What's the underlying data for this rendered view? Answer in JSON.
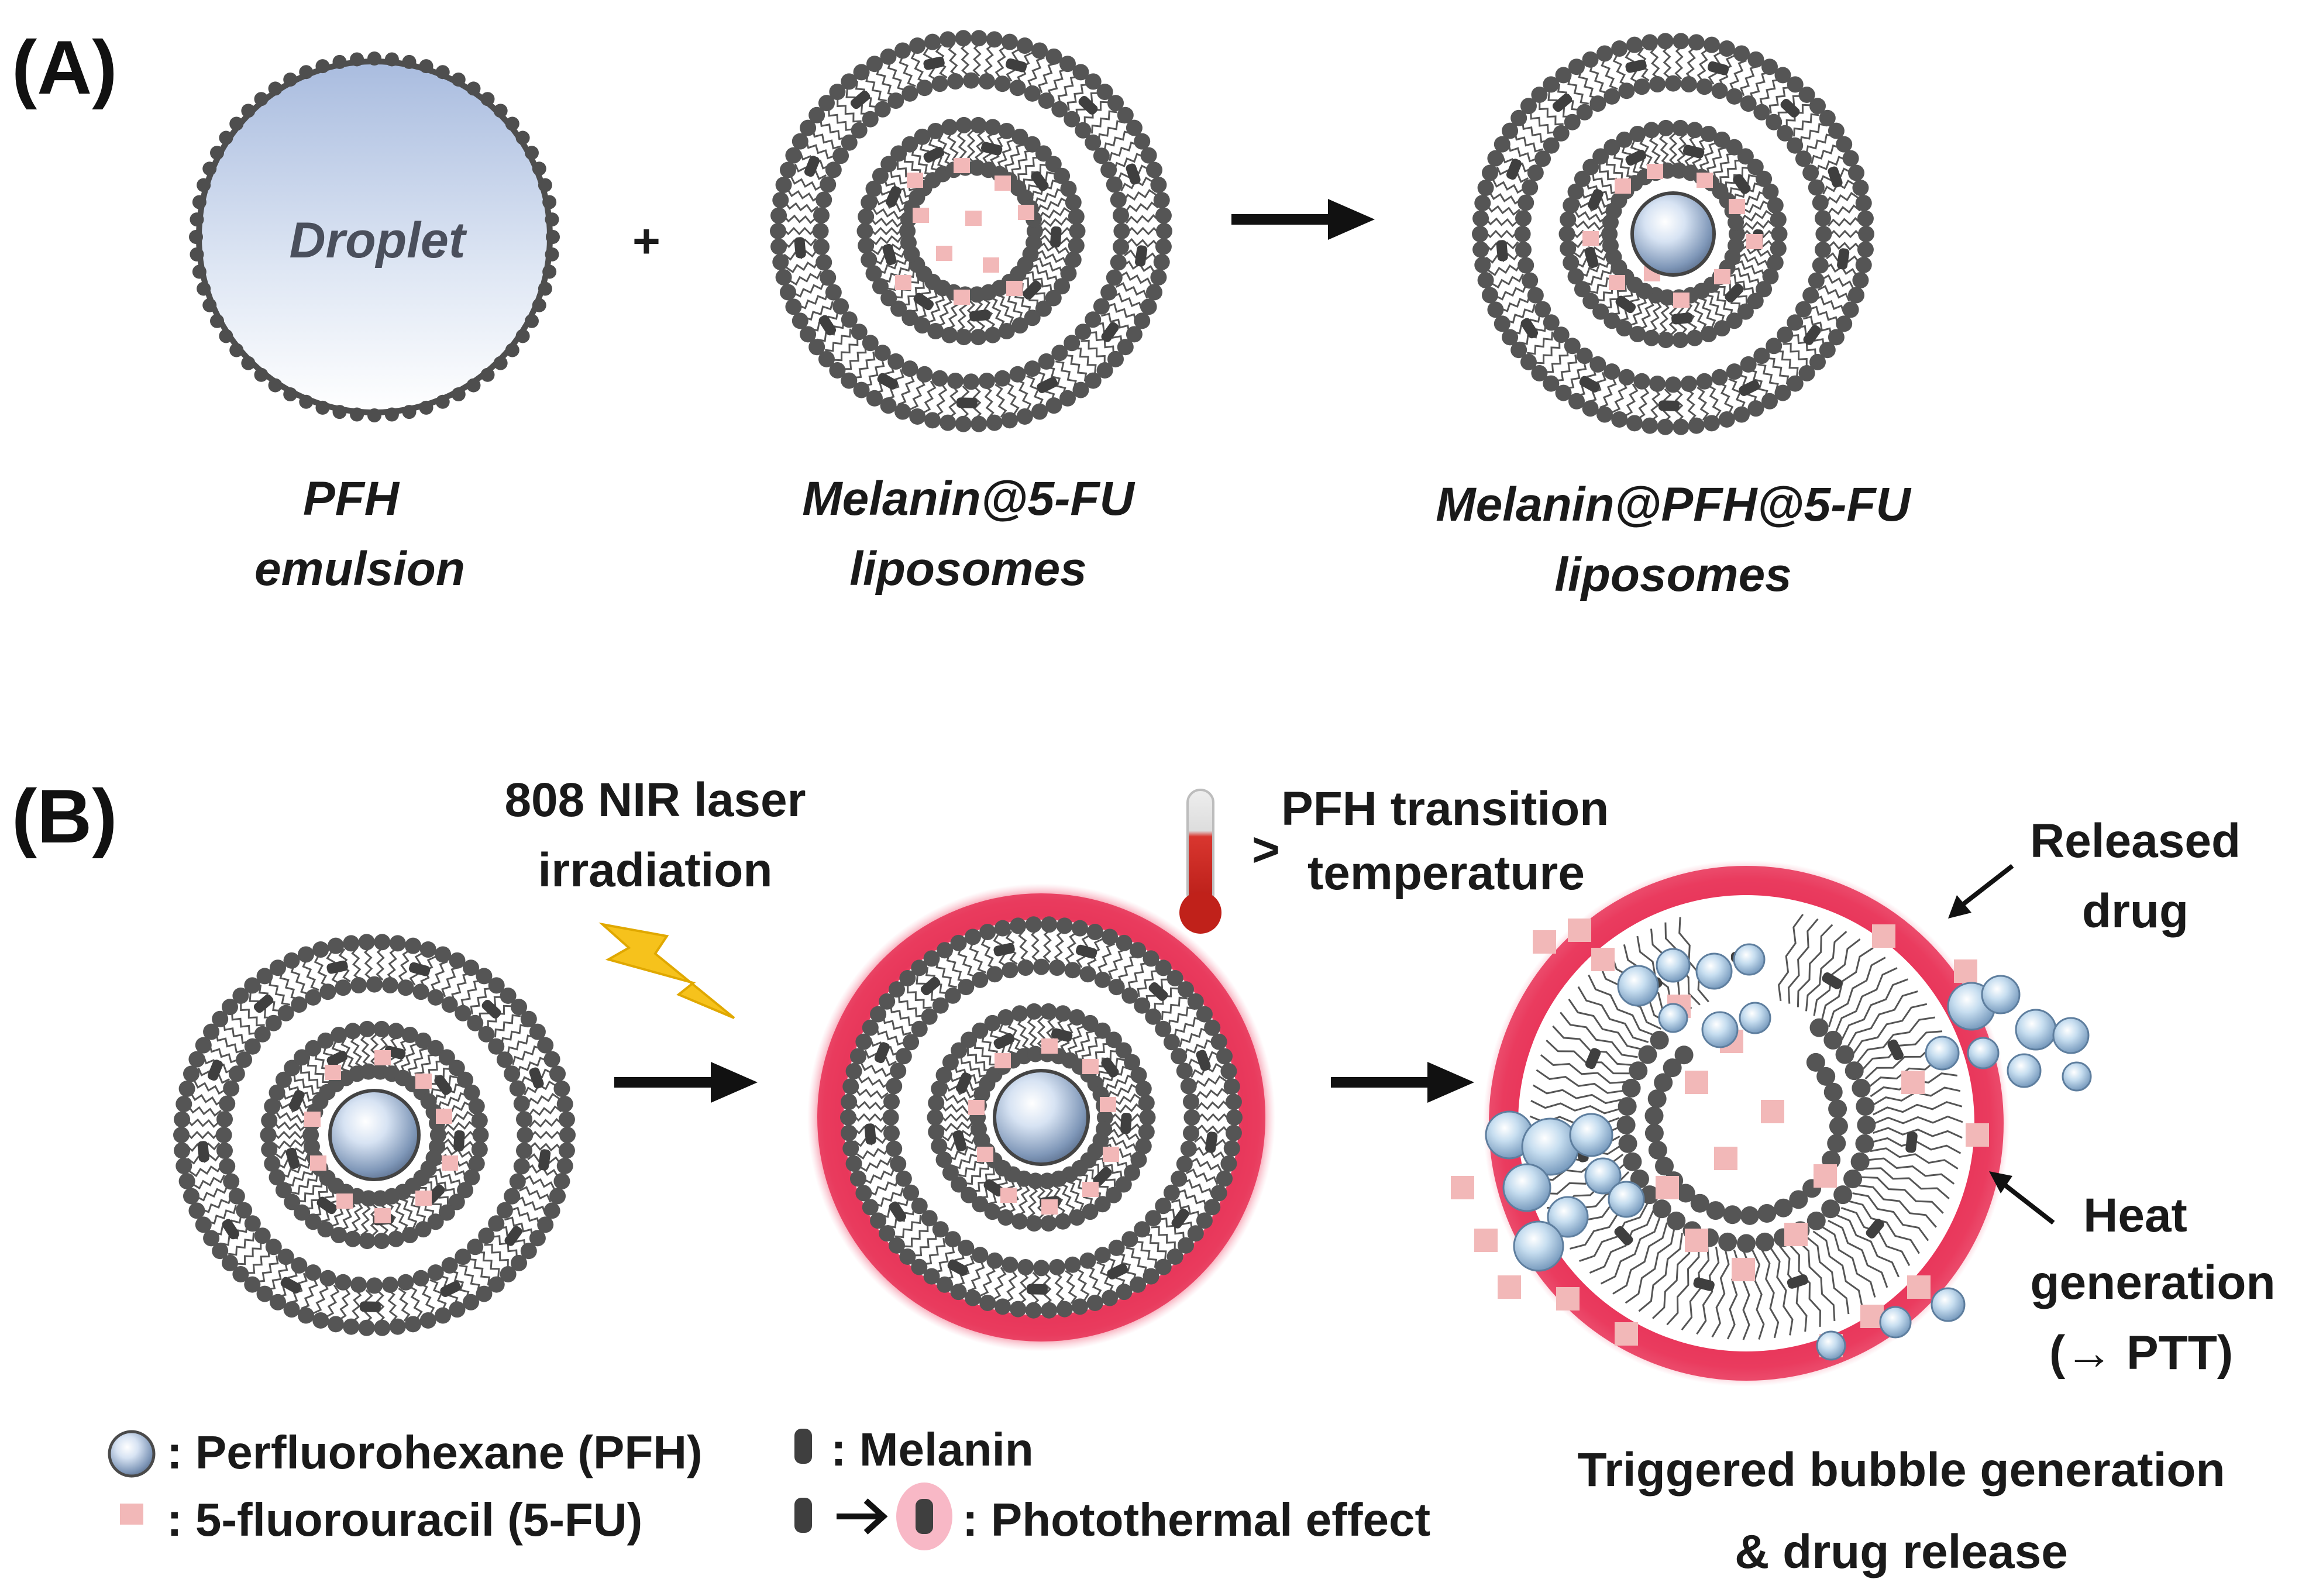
{
  "panel_a": {
    "label": "(A)",
    "droplet_text": "Droplet",
    "plus": "+",
    "pfh_line1": "PFH",
    "pfh_line2": "emulsion",
    "lipo1_line1": "Melanin@5-FU",
    "lipo1_line2": "liposomes",
    "lipo2_line1": "Melanin@PFH@5-FU",
    "lipo2_line2": "liposomes"
  },
  "panel_b": {
    "label": "(B)",
    "laser_line1": "808 NIR laser",
    "laser_line2": "irradiation",
    "temp_gt": ">",
    "temp_line1": "PFH transition",
    "temp_line2": "temperature",
    "released_line1": "Released",
    "released_line2": "drug",
    "heat_line1": "Heat",
    "heat_line2": "generation",
    "heat_line3": "(→ PTT)",
    "result_line1": "Triggered bubble generation",
    "result_line2": "& drug release"
  },
  "legend": {
    "pfh": ": Perfluorohexane (PFH)",
    "fu": ": 5-fluorouracil (5-FU)",
    "melanin": ": Melanin",
    "photothermal": ": Photothermal effect"
  },
  "colors": {
    "lipid_head": "#555555",
    "melanin": "#3f3f3f",
    "drug": "#f2b8b8",
    "glow": "#e8365a",
    "droplet_fill": "#c9d6ec",
    "arrow": "#111111",
    "bolt": "#f6c21c"
  },
  "icons": [
    "lightning-bolt-icon",
    "thermometer-icon",
    "arrow-right-icon"
  ]
}
